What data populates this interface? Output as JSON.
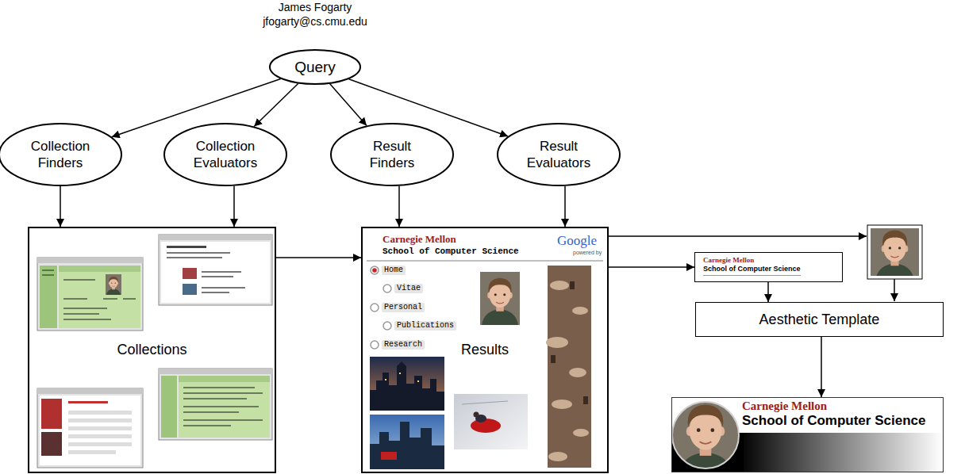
{
  "diagram": {
    "nodes": [
      {
        "text": [
          "Query"
        ]
      },
      {
        "text": [
          "Collection Finders"
        ]
      },
      {
        "text": [
          "Collection Evaluators"
        ]
      },
      {
        "text": [
          "Result Finders"
        ]
      },
      {
        "text": [
          "Result Evaluators"
        ]
      },
      {
        "text": [
          "Collections"
        ]
      },
      {
        "text": [
          "Results"
        ]
      },
      {
        "text": [
          "Carnegie Mellon",
          "School of Computer Science"
        ]
      },
      {
        "text": [
          "Aesthetic Template"
        ]
      },
      {
        "text": [
          "Carnegie Mellon",
          "School of Computer Science"
        ]
      }
    ],
    "edges": [
      {
        "from": 0,
        "to": 1,
        "arrow": "to"
      },
      {
        "from": 0,
        "to": 2,
        "arrow": "to"
      },
      {
        "from": 0,
        "to": 3,
        "arrow": "to"
      },
      {
        "from": 0,
        "to": 4,
        "arrow": "to"
      },
      {
        "from": 1,
        "to": 5,
        "arrow": "to"
      },
      {
        "from": 2,
        "to": 5,
        "arrow": "to"
      },
      {
        "from": 3,
        "to": 6,
        "arrow": "to"
      },
      {
        "from": 4,
        "to": 6,
        "arrow": "to"
      },
      {
        "from": 5,
        "to": 6,
        "arrow": "to"
      },
      {
        "from": 6,
        "to": 7,
        "arrow": "to"
      },
      {
        "from": 7,
        "to": 8,
        "arrow": "to"
      },
      {
        "from": 8,
        "to": 9,
        "arrow": "to"
      }
    ],
    "labels": [
      "James Fogarty",
      "jfogarty@cs.cmu.edu",
      "Carnegie Mellon",
      "School of Computer Science",
      "Google",
      "powered by",
      "Home",
      "Vitae",
      "Personal",
      "Publications",
      "Research"
    ]
  }
}
